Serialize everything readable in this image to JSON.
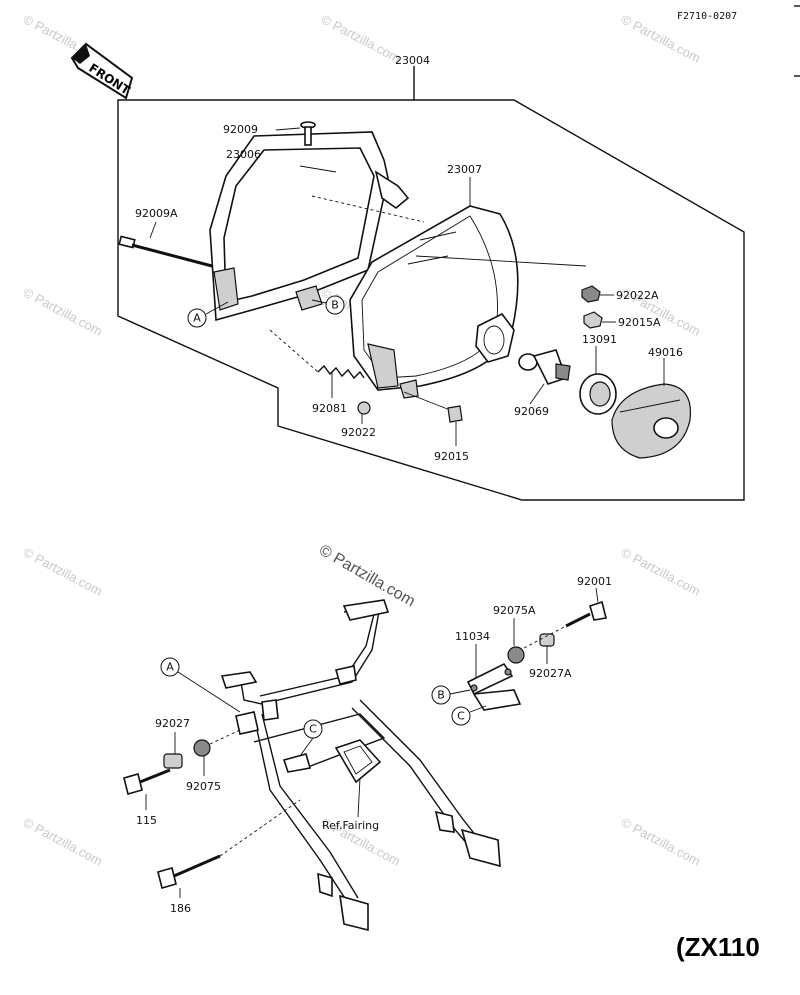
{
  "diagram": {
    "drawing_code": "F2710-0207",
    "front_arrow_label": "FRONT",
    "series_label": "(ZX110",
    "watermark_center": "© Partzilla.com",
    "watermark_small": "© Partzilla.com",
    "ref_note": "Ref.Fairing",
    "part_labels": {
      "p23004": "23004",
      "p92009": "92009",
      "p23006": "23006",
      "p23007": "23007",
      "p92009A": "92009A",
      "p92022A": "92022A",
      "p92015A": "92015A",
      "p13091": "13091",
      "p49016": "49016",
      "p92081": "92081",
      "p92022": "92022",
      "p92069": "92069",
      "p92015": "92015",
      "p92001": "92001",
      "p92075A": "92075A",
      "p11034": "11034",
      "p92027A": "92027A",
      "p92027": "92027",
      "p92075": "92075",
      "p115": "115",
      "p186": "186"
    },
    "callouts": {
      "a_top": "A",
      "b_top": "B",
      "a_bottom": "A",
      "c_bottom": "C",
      "b_bottom": "B",
      "c_right": "C"
    }
  }
}
